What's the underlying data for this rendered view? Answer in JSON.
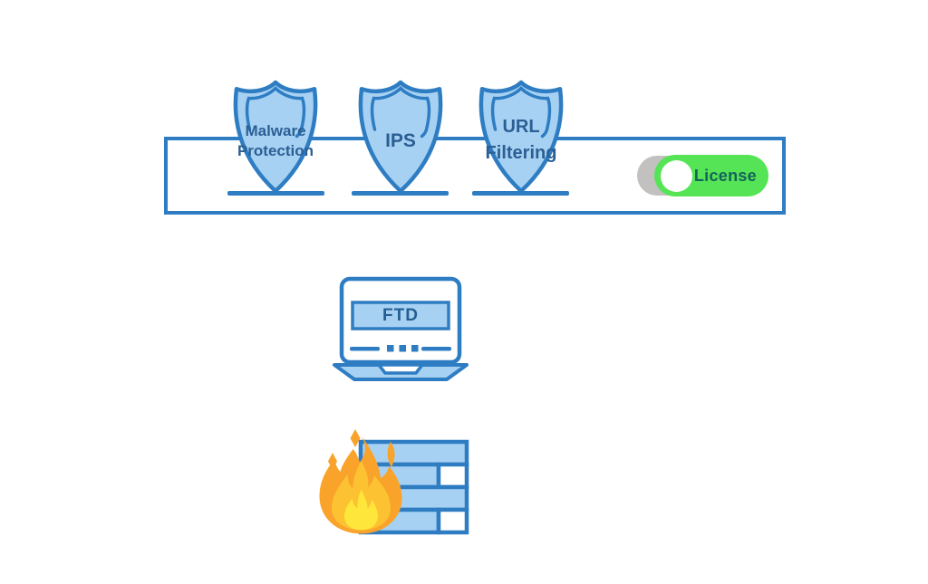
{
  "colors": {
    "line_blue": "#2e7dc3",
    "fill_light_blue": "#a7d1f3",
    "label_blue": "#2b5f94",
    "toggle_green": "#55e455",
    "toggle_gray": "#c2c1bf",
    "license_text": "#14645a",
    "flame_outer_orange": "#f9a32b",
    "flame_mid_amber": "#fcc231",
    "flame_inner_yellow": "#ffe63b",
    "background": "#ffffff"
  },
  "license_bar": {
    "shields": [
      {
        "label": "Malware Protection",
        "icon": "shield-icon"
      },
      {
        "label": "IPS",
        "icon": "shield-icon"
      },
      {
        "label": "URL Filtering",
        "icon": "shield-icon"
      }
    ],
    "toggle": {
      "label": "License",
      "state": "on",
      "icon": "toggle-on-icon"
    }
  },
  "device": {
    "label": "FTD",
    "icon": "laptop-icon"
  },
  "firewall": {
    "icon": "firewall-icon",
    "parts": [
      "flame-icon",
      "brick-wall-icon"
    ]
  }
}
